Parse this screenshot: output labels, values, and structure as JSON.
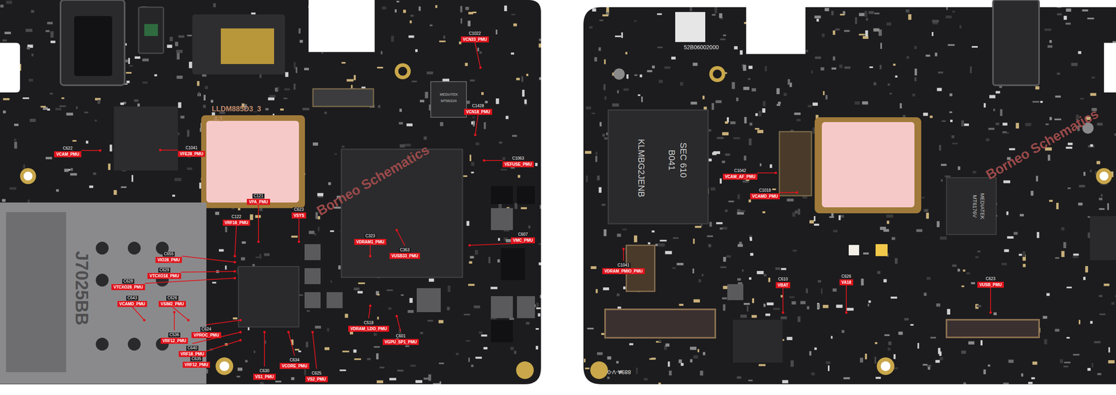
{
  "diagram": {
    "nodes": [
      {
        "text": [
          "C1022",
          "VCN33_PMU"
        ]
      },
      {
        "text": [
          "C1428",
          "VCN18_PMU"
        ]
      },
      {
        "text": [
          "C622",
          "VCAM_PMU"
        ]
      },
      {
        "text": [
          "C1041",
          "VFE28_PMU"
        ]
      },
      {
        "text": [
          "C1063",
          "VEFUSE_PMU"
        ]
      },
      {
        "text": [
          "C121",
          "VPA_PMU"
        ]
      },
      {
        "text": [
          "C122",
          "VRF18_PMU"
        ]
      },
      {
        "text": [
          "C623",
          "VSYS"
        ]
      },
      {
        "text": [
          "C323",
          "VDRAM1_PMU"
        ]
      },
      {
        "text": [
          "C363",
          "VUSB33_PMU"
        ]
      },
      {
        "text": [
          "C607",
          "VMC_PMU"
        ]
      },
      {
        "text": [
          "C655",
          "VIO28_PMU"
        ]
      },
      {
        "text": [
          "C628",
          "VTCXO28_PMU"
        ]
      },
      {
        "text": [
          "C629",
          "VTCXO18_PMU"
        ]
      },
      {
        "text": [
          "C643",
          "VCAMD_PMU"
        ]
      },
      {
        "text": [
          "C626",
          "VSIM2_PMU"
        ]
      },
      {
        "text": [
          "C518",
          "VDRAM_LDO_PMU"
        ]
      },
      {
        "text": [
          "C601",
          "VGPU_SP1_PMU"
        ]
      },
      {
        "text": [
          "C536",
          "VRF12_PMU"
        ]
      },
      {
        "text": [
          "C624",
          "VPROC_PMU"
        ]
      },
      {
        "text": [
          "C640",
          "VRF18_PMU"
        ]
      },
      {
        "text": [
          "C635",
          "VRF12_PMU"
        ]
      },
      {
        "text": [
          "C630",
          "VS1_PMU"
        ]
      },
      {
        "text": [
          "C634",
          "VCORE_PMU"
        ]
      },
      {
        "text": [
          "C625",
          "VS2_PMU"
        ]
      },
      {
        "text": [
          "C1042",
          "VCAM_AF_PMU"
        ]
      },
      {
        "text": [
          "C1018",
          "VCAMD_PMU"
        ]
      },
      {
        "text": [
          "C1041",
          "VDRAM_PMIO_PMU"
        ]
      },
      {
        "text": [
          "C610",
          "VBAT"
        ]
      },
      {
        "text": [
          "C626",
          "VA18"
        ]
      },
      {
        "text": [
          "C623",
          "VUSB_PMU"
        ]
      }
    ],
    "labels": [
      "J7025BB",
      "LLDM885D3_3",
      "4-1",
      "MEDIATEK",
      "MT6631N",
      "SEC 610",
      "B041",
      "KLMBG2JENB",
      "MEDIATEK",
      "MT6176V",
      "52B06002000",
      "Borneo Schematics",
      "Borneo Schematics",
      "889A-V-0"
    ]
  }
}
